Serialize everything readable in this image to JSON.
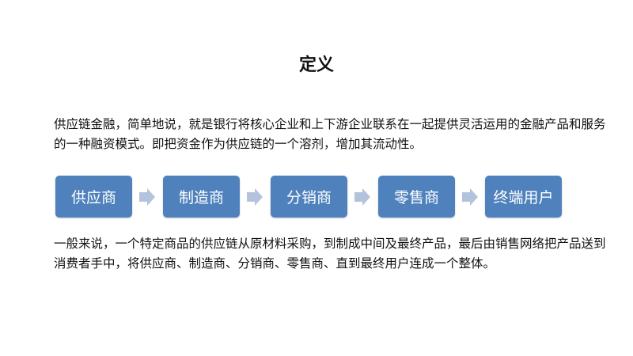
{
  "title": "定义",
  "paragraph1": "供应链金融，简单地说，就是银行将核心企业和上下游企业联系在一起提供灵活运用的金融产品和服务的一种融资模式。即把资金作为供应链的一个溶剂，增加其流动性。",
  "flow": [
    "供应商",
    "制造商",
    "分销商",
    "零售商",
    "终端用户"
  ],
  "paragraph2": "一般来说，一个特定商品的供应链从原材料采购，到制成中间及最终产品，最后由销售网络把产品送到消费者手中，将供应商、制造商、分销商、零售商、直到最终用户连成一个整体。",
  "colors": {
    "box": "#4f81bd",
    "arrow": "#b4c3dc"
  }
}
